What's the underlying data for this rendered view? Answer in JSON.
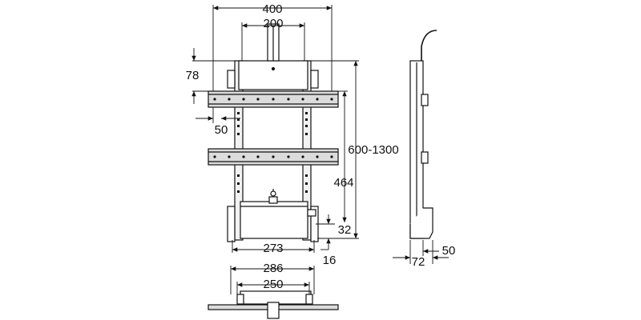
{
  "dimensions": {
    "top_width": "400",
    "inner_width": "200",
    "top_offset": "78",
    "slot_offset": "50",
    "height_range": "600-1300",
    "vertical_span": "464",
    "bottom_offset": "32",
    "base_width": "273",
    "thickness": "16",
    "foot_outer": "286",
    "foot_inner": "250",
    "side_depth": "72",
    "side_offset": "50"
  },
  "colors": {
    "line": "#111111",
    "fill": "#dcdcdc",
    "stroke_light": "#888888"
  }
}
